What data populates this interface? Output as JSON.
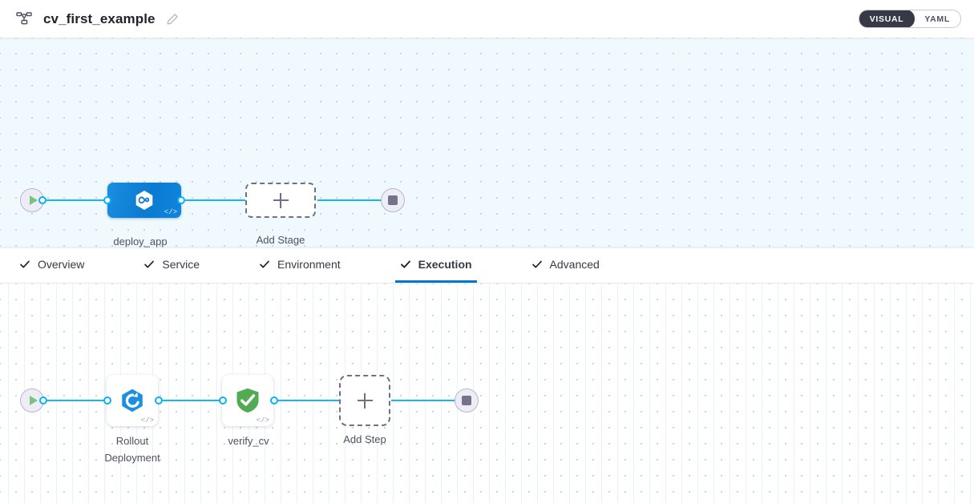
{
  "header": {
    "icon": "pipeline-icon",
    "title": "cv_first_example",
    "edit_icon": "pencil-icon",
    "view_toggle": {
      "options": [
        {
          "label": "VISUAL",
          "active": true
        },
        {
          "label": "YAML",
          "active": false
        }
      ]
    }
  },
  "stage_canvas": {
    "start_node": {
      "icon": "play-icon"
    },
    "end_node": {
      "icon": "stop-icon"
    },
    "stages": [
      {
        "name": "deploy_app",
        "icon": "harness-hexagon-icon",
        "code_glyph": "</>",
        "selected": true
      }
    ],
    "add_stage": {
      "label": "Add Stage",
      "icon": "plus-icon"
    }
  },
  "tabs": [
    {
      "label": "Overview",
      "check": "check-icon",
      "active": false
    },
    {
      "label": "Service",
      "check": "check-icon",
      "active": false
    },
    {
      "label": "Environment",
      "check": "check-icon",
      "active": false
    },
    {
      "label": "Execution",
      "check": "check-icon",
      "active": true
    },
    {
      "label": "Advanced",
      "check": "check-icon",
      "active": false
    }
  ],
  "step_canvas": {
    "start_node": {
      "icon": "play-icon"
    },
    "end_node": {
      "icon": "stop-icon"
    },
    "steps": [
      {
        "name": "Rollout\nDeployment",
        "icon": "rollout-hexagon-icon",
        "code_glyph": "</>"
      },
      {
        "name": "verify_cv",
        "icon": "green-shield-check-icon",
        "code_glyph": "</>"
      }
    ],
    "add_step": {
      "label": "Add Step",
      "icon": "plus-icon"
    }
  },
  "colors": {
    "accent_blue": "#0278d5",
    "link_blue": "#15b9f2",
    "stage_blue": "#0b7ad1",
    "shield_green": "#4caf50",
    "toggle_dark": "#383946",
    "canvas_top_bg": "#f0f9fd"
  }
}
